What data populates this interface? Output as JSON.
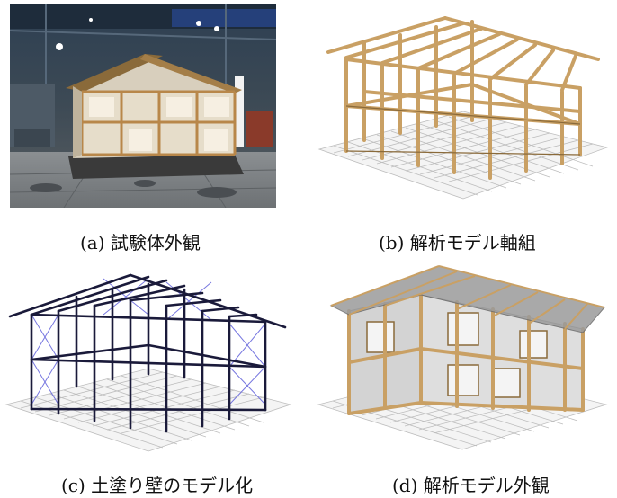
{
  "figures": [
    {
      "label": "(a) 試験体外観",
      "subject": "photograph of full-scale timber house test specimen on shake table"
    },
    {
      "label": "(b) 解析モデル軸組",
      "subject": "analysis model timber frame"
    },
    {
      "label": "(c) 土塗り壁のモデル化",
      "subject": "modeling of mud-plastered walls"
    },
    {
      "label": "(d) 解析モデル外観",
      "subject": "analysis model exterior"
    }
  ],
  "colors": {
    "timber": "#c9a064",
    "timber_dark": "#8a6a3a",
    "steel_frame": "#1a1a3a",
    "brace_blue": "#4a4acc",
    "wall_gray": "#cfcfcf",
    "grid": "#b8b8b8"
  }
}
